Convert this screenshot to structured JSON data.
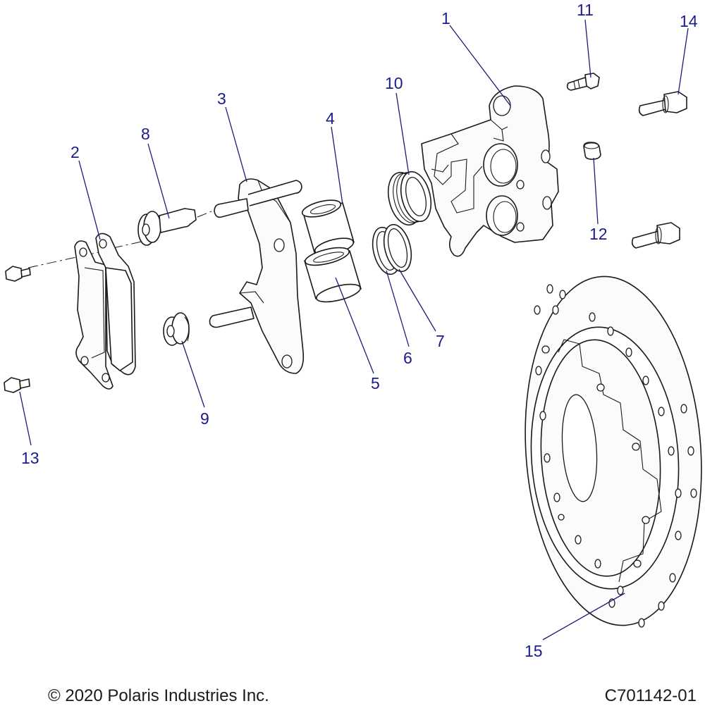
{
  "callouts": {
    "c1": "1",
    "c2": "2",
    "c3": "3",
    "c4": "4",
    "c5": "5",
    "c6": "6",
    "c7": "7",
    "c8": "8",
    "c9": "9",
    "c10": "10",
    "c11": "11",
    "c12": "12",
    "c13": "13",
    "c14": "14",
    "c15": "15"
  },
  "footer": {
    "copyright": "© 2020 Polaris Industries Inc.",
    "drawing_number": "C701142-01"
  },
  "colors": {
    "callout": "#1c1c8a",
    "line": "#1a1a1a",
    "background": "#ffffff"
  }
}
